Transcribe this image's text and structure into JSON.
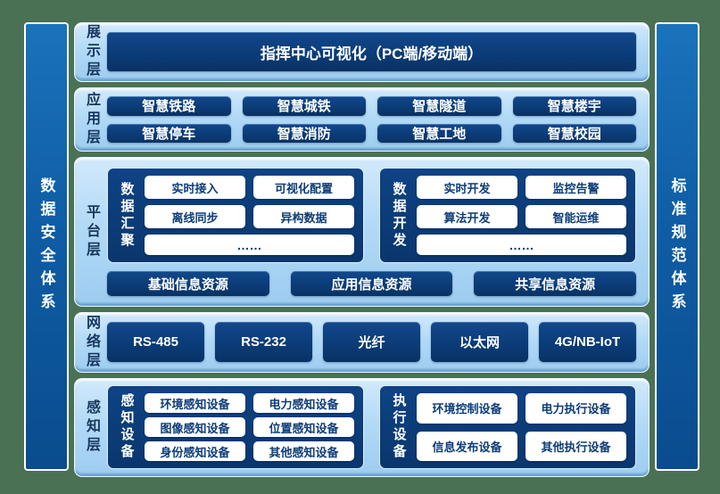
{
  "colors": {
    "background_green": "#4a7153",
    "panel_light_blue": "#aed7f4",
    "deep_navy": "#0b3c78",
    "sidebar_blue": "#1166ad",
    "box_text_navy": "#0d3c78"
  },
  "sidebars": {
    "left": "数据安全体系",
    "right": "标准规范体系"
  },
  "display_layer": {
    "label": "展示层",
    "box": "指挥中心可视化（PC端/移动端）"
  },
  "application_layer": {
    "label": "应用层",
    "items": [
      "智慧铁路",
      "智慧城铁",
      "智慧隧道",
      "智慧楼宇",
      "智慧停车",
      "智慧消防",
      "智慧工地",
      "智慧校园"
    ]
  },
  "platform_layer": {
    "label": "平台层",
    "groups": [
      {
        "name": "数据汇聚",
        "items": [
          "实时接入",
          "可视化配置",
          "离线同步",
          "异构数据"
        ],
        "more": "……"
      },
      {
        "name": "数据开发",
        "items": [
          "实时开发",
          "监控告警",
          "算法开发",
          "智能运维"
        ],
        "more": "……"
      }
    ],
    "resources": [
      "基础信息资源",
      "应用信息资源",
      "共享信息资源"
    ]
  },
  "network_layer": {
    "label": "网络层",
    "items": [
      "RS-485",
      "RS-232",
      "光纤",
      "以太网",
      "4G/NB-IoT"
    ]
  },
  "perception_layer": {
    "label": "感知层",
    "groups": [
      {
        "name": "感知设备",
        "items": [
          "环境感知设备",
          "电力感知设备",
          "图像感知设备",
          "位置感知设备",
          "身份感知设备",
          "其他感知设备"
        ]
      },
      {
        "name": "执行设备",
        "items": [
          "环境控制设备",
          "电力执行设备",
          "信息发布设备",
          "其他执行设备"
        ]
      }
    ]
  }
}
